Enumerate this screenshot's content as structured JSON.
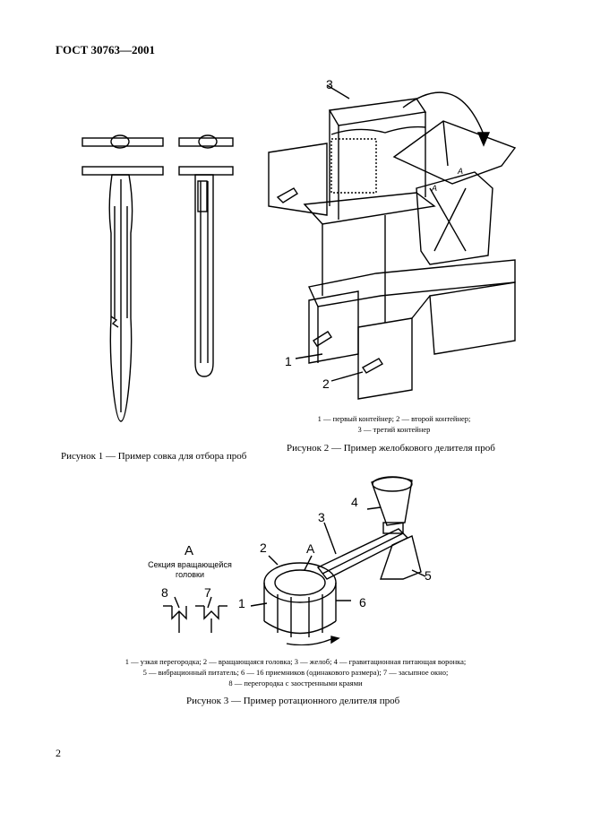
{
  "header": {
    "standard": "ГОСТ 30763—2001"
  },
  "figure1": {
    "caption": "Рисунок 1 — Пример совка для отбора проб"
  },
  "figure2": {
    "caption": "Рисунок 2 — Пример желобкового делителя проб",
    "legend_line1": "1 — первый контейнер; 2 — второй контейнер;",
    "legend_line2": "3 — третий контейнер",
    "callouts": [
      "3",
      "1",
      "2",
      "A",
      "A"
    ]
  },
  "figure3": {
    "caption": "Рисунок 3 — Пример ротационного делителя проб",
    "section_letter": "A",
    "section_title": "Секция вращающейся головки",
    "callouts": [
      "1",
      "2",
      "3",
      "4",
      "5",
      "6",
      "7",
      "8",
      "A"
    ],
    "legend_line1": "1 — узкая перегородка; 2 — вращающаяся головка; 3 — желоб; 4 — гравитационная питающая воронка;",
    "legend_line2": "5 — вибрационный питатель; 6 — 16 приемников (одинакового размера); 7 — засыпное окно;",
    "legend_line3": "8 — перегородка с заостренными краями"
  },
  "footer": {
    "page_number": "2"
  }
}
